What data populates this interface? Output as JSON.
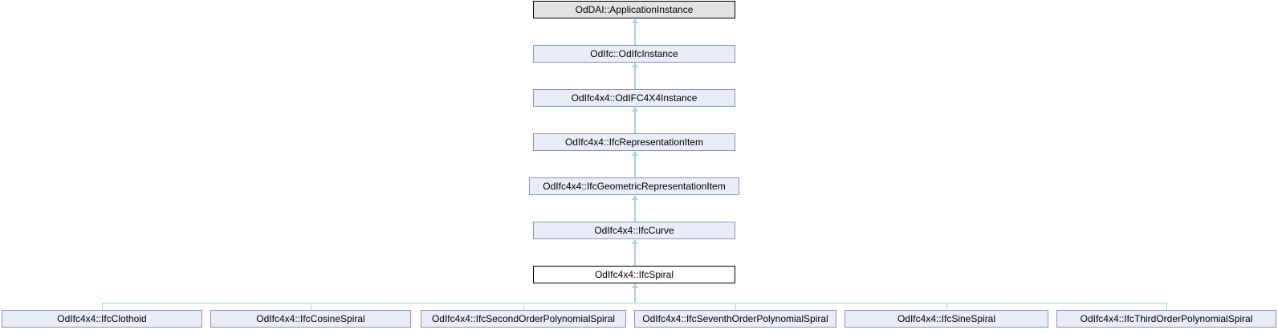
{
  "diagram": {
    "colors": {
      "edge": "#a9d2e8",
      "node-fill": "#e8edf7",
      "node-border": "#8595c2",
      "root-fill": "#e3e3e3",
      "root-border": "#000000",
      "current-fill": "#ffffff",
      "current-border": "#000000",
      "text": "#000000"
    },
    "chain": [
      {
        "label": "OdDAI::ApplicationInstance"
      },
      {
        "label": "OdIfc::OdIfcInstance"
      },
      {
        "label": "OdIfc4x4::OdIFC4X4Instance"
      },
      {
        "label": "OdIfc4x4::IfcRepresentationItem"
      },
      {
        "label": "OdIfc4x4::IfcGeometricRepresentationItem"
      },
      {
        "label": "OdIfc4x4::IfcCurve"
      },
      {
        "label": "OdIfc4x4::IfcSpiral"
      }
    ],
    "children": [
      {
        "label": "OdIfc4x4::IfcClothoid"
      },
      {
        "label": "OdIfc4x4::IfcCosineSpiral"
      },
      {
        "label": "OdIfc4x4::IfcSecondOrderPolynomialSpiral"
      },
      {
        "label": "OdIfc4x4::IfcSeventhOrderPolynomialSpiral"
      },
      {
        "label": "OdIfc4x4::IfcSineSpiral"
      },
      {
        "label": "OdIfc4x4::IfcThirdOrderPolynomialSpiral"
      }
    ]
  }
}
